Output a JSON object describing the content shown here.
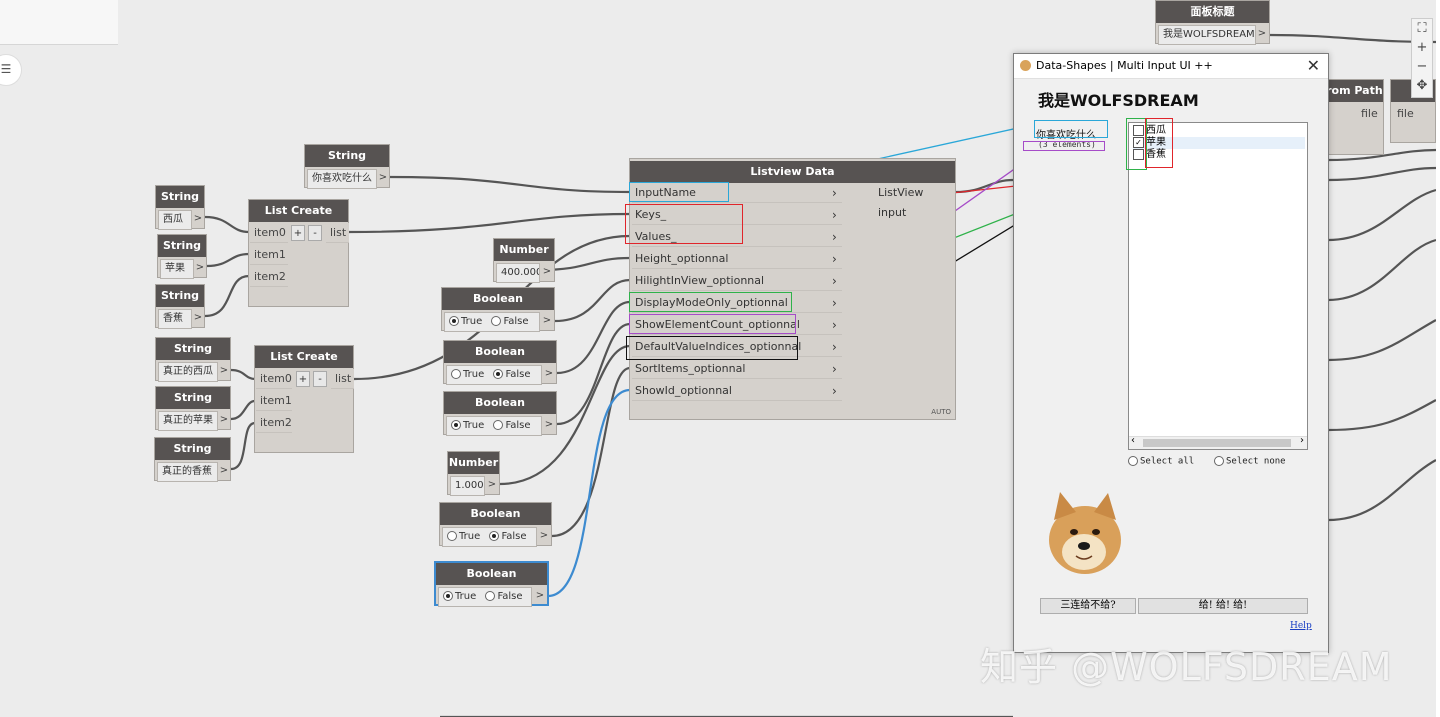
{
  "nodes": {
    "string_prompt": {
      "title": "String",
      "value": "你喜欢吃什么"
    },
    "string_keys": [
      {
        "title": "String",
        "value": "西瓜"
      },
      {
        "title": "String",
        "value": "苹果"
      },
      {
        "title": "String",
        "value": "香蕉"
      }
    ],
    "list_create_1": {
      "title": "List Create",
      "items": [
        "item0",
        "item1",
        "item2"
      ],
      "add": "+",
      "remove": "-",
      "output": "list"
    },
    "string_values": [
      {
        "title": "String",
        "value": "真正的西瓜"
      },
      {
        "title": "String",
        "value": "真正的苹果"
      },
      {
        "title": "String",
        "value": "真正的香蕉"
      }
    ],
    "list_create_2": {
      "title": "List Create",
      "items": [
        "item0",
        "item1",
        "item2"
      ],
      "add": "+",
      "remove": "-",
      "output": "list"
    },
    "number_height": {
      "title": "Number",
      "value": "400.000"
    },
    "number_1": {
      "title": "Number",
      "value": "1.000"
    },
    "booleans": [
      {
        "title": "Boolean",
        "true_label": "True",
        "false_label": "False",
        "selected": "True"
      },
      {
        "title": "Boolean",
        "true_label": "True",
        "false_label": "False",
        "selected": "False"
      },
      {
        "title": "Boolean",
        "true_label": "True",
        "false_label": "False",
        "selected": "True"
      },
      {
        "title": "Boolean",
        "true_label": "True",
        "false_label": "False",
        "selected": "False"
      },
      {
        "title": "Boolean",
        "true_label": "True",
        "false_label": "False",
        "selected": "True"
      }
    ],
    "listview": {
      "title": "Listview Data",
      "inputs": [
        "InputName",
        "Keys_",
        "Values_",
        "Height_optionnal",
        "HilightInView_optionnal",
        "DisplayModeOnly_optionnal",
        "ShowElementCount_optionnal",
        "DefaultValueIndices_optionnal",
        "SortItems_optionnal",
        "ShowId_optionnal"
      ],
      "output": "ListView input",
      "footer": "AUTO"
    },
    "panel_title": {
      "title": "面板标题",
      "value": "我是WOLFSDREAM"
    },
    "from_path": {
      "title": "From Path",
      "port": "file"
    },
    "file_node": {
      "port": "file"
    }
  },
  "dialog": {
    "window_title": "Data-Shapes | Multi Input UI ++",
    "close": "✕",
    "heading": "我是WOLFSDREAM",
    "input_label": "你喜欢吃什么",
    "count_label": "(3 elements)",
    "items": [
      {
        "label": "西瓜",
        "checked": false
      },
      {
        "label": "苹果",
        "checked": true
      },
      {
        "label": "香蕉",
        "checked": false
      }
    ],
    "select_all": "Select all",
    "select_none": "Select none",
    "button_left": "三连给不给?",
    "button_right": "给! 给! 给!",
    "help": "Help"
  },
  "watermark": "知乎 @WOLFSDREAM",
  "zoom_controls": [
    "⛶",
    "+",
    "−"
  ],
  "colors": {
    "highlight_blue": "#2aa7d8",
    "highlight_red": "#e0252b",
    "highlight_green": "#2fb24a",
    "highlight_purple": "#a64cc8",
    "highlight_black": "#111111",
    "wire": "#555555",
    "wire_blue": "#3d8bd0"
  }
}
